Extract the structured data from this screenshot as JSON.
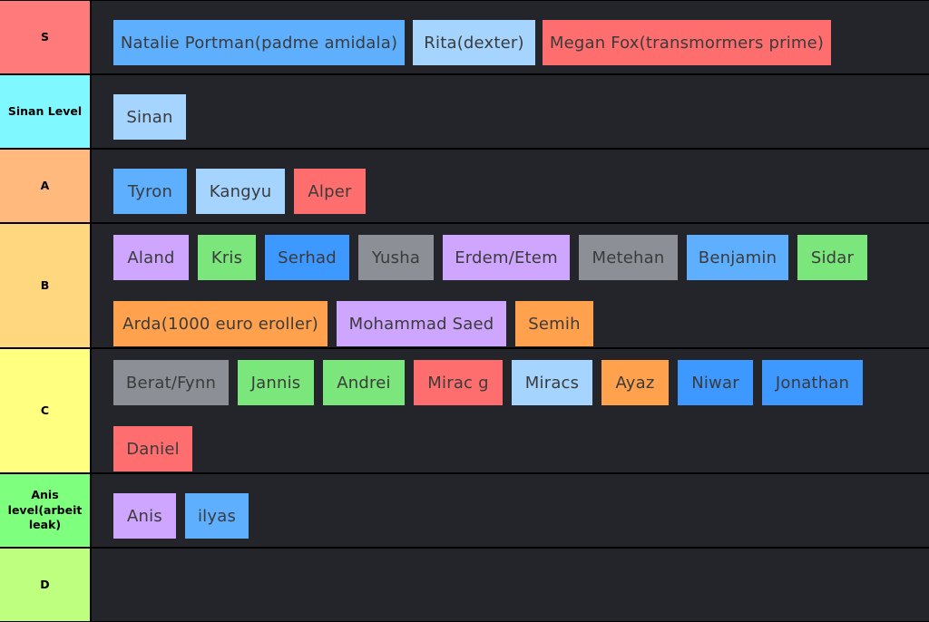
{
  "colors": {
    "tile_blue": "#5eb0ff",
    "tile_light_blue": "#a5d4ff",
    "tile_red": "#ff6e6e",
    "tile_purple": "#cfa6ff",
    "tile_green": "#7be67b",
    "tile_bright_blue": "#3d98ff",
    "tile_gray": "#8c9096",
    "tile_orange": "#ffa14d",
    "area_bg": "#24252b"
  },
  "tiers": [
    {
      "label": "S",
      "color": "#ff7a7a",
      "items": [
        {
          "text": "Natalie Portman(padme amidala)",
          "color": "#5eb0ff"
        },
        {
          "text": "Rita(dexter)",
          "color": "#a5d4ff"
        },
        {
          "text": "Megan Fox(transmormers prime)",
          "color": "#ff6e6e"
        }
      ]
    },
    {
      "label": "Sinan Level",
      "color": "#7ff9ff",
      "items": [
        {
          "text": "Sinan",
          "color": "#a5d4ff"
        }
      ]
    },
    {
      "label": "A",
      "color": "#ffb97c",
      "items": [
        {
          "text": "Tyron",
          "color": "#5eb0ff"
        },
        {
          "text": "Kangyu",
          "color": "#a5d4ff"
        },
        {
          "text": "Alper",
          "color": "#ff6e6e"
        }
      ]
    },
    {
      "label": "B",
      "color": "#ffd77f",
      "items": [
        {
          "text": "Aland",
          "color": "#cfa6ff"
        },
        {
          "text": "Kris",
          "color": "#7be67b"
        },
        {
          "text": "Serhad",
          "color": "#3d98ff"
        },
        {
          "text": "Yusha",
          "color": "#8c9096"
        },
        {
          "text": "Erdem/Etem",
          "color": "#cfa6ff"
        },
        {
          "text": "Metehan",
          "color": "#8c9096"
        },
        {
          "text": "Benjamin",
          "color": "#5eb0ff"
        },
        {
          "text": "Sidar",
          "color": "#7be67b"
        },
        {
          "text": "Arda(1000 euro eroller)",
          "color": "#ffa14d"
        },
        {
          "text": "Mohammad Saed",
          "color": "#cfa6ff"
        },
        {
          "text": "Semih",
          "color": "#ffa14d"
        }
      ]
    },
    {
      "label": "C",
      "color": "#ffff80",
      "items": [
        {
          "text": "Berat/Fynn",
          "color": "#8c9096"
        },
        {
          "text": "Jannis",
          "color": "#7be67b"
        },
        {
          "text": "Andrei",
          "color": "#7be67b"
        },
        {
          "text": "Mirac g",
          "color": "#ff6e6e"
        },
        {
          "text": "Miracs",
          "color": "#a5d4ff"
        },
        {
          "text": "Ayaz",
          "color": "#ffa14d"
        },
        {
          "text": "Niwar",
          "color": "#3d98ff"
        },
        {
          "text": "Jonathan",
          "color": "#3d98ff"
        },
        {
          "text": "Daniel",
          "color": "#ff6e6e"
        }
      ]
    },
    {
      "label": "Anis level(arbeit leak)",
      "color": "#7eff7e",
      "items": [
        {
          "text": "Anis",
          "color": "#cfa6ff"
        },
        {
          "text": "ilyas",
          "color": "#5eb0ff"
        }
      ]
    },
    {
      "label": "D",
      "color": "#bfff7f",
      "items": []
    }
  ]
}
